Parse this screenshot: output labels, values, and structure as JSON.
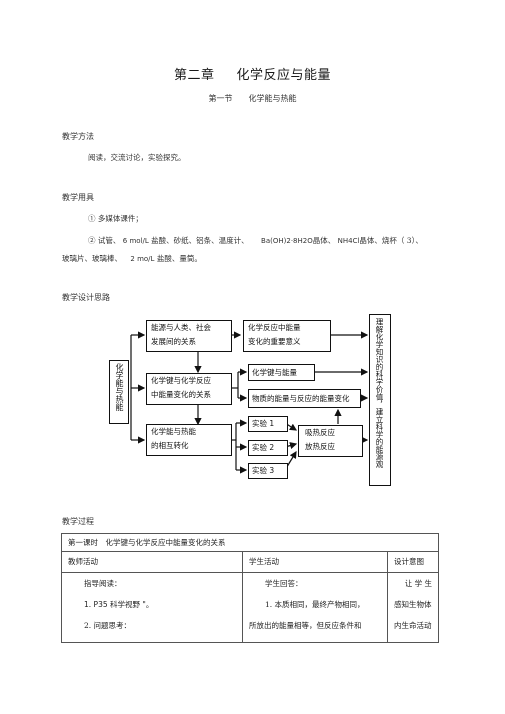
{
  "title": {
    "chapter": "第二章",
    "name": "化学反应与能量"
  },
  "subtitle": {
    "section": "第一节",
    "name": "化学能与热能"
  },
  "methods": {
    "heading": "教学方法",
    "text": "阅读，交流讨论，实验探究。"
  },
  "materials": {
    "heading": "教学用具",
    "item1": "① 多媒体课件；",
    "item2_a": "② 试管、",
    "item2_b": "6 mol/L",
    "item2_c": "盐酸、砂纸、铝条、温度计、",
    "item2_d": "Ba(OH)2·8H2O",
    "item2_e": "晶体、",
    "item2_f": "NH4Cl",
    "item2_g": "晶体、烧杯（ 3）、",
    "item3_a": "玻璃片、玻璃棒、",
    "item3_b": "2 mo/L",
    "item3_c": "盐酸、量筒。"
  },
  "design": {
    "heading": "教学设计思路"
  },
  "diagram": {
    "left_vertical": "化学能与热能",
    "right_vertical": "理解化学知识的科学价值，建立科学的能源观",
    "box_society": [
      "能源与人类、社会",
      "发展间的关系"
    ],
    "box_meaning": [
      "化学反应中能量",
      "变化的重要意义"
    ],
    "box_bond_energy": [
      "化学键与化学反应",
      "中能量变化的关系"
    ],
    "box_bond_and_energy": "化学键与能量",
    "box_matter_energy": "物质的能量与反应的能量变化",
    "box_convert": [
      "化学能与热能",
      "的相互转化"
    ],
    "exp1": "实验 1",
    "exp2": "实验 2",
    "exp3": "实验 3",
    "box_exo_endo": [
      "吸热反应",
      "放热反应"
    ]
  },
  "process": {
    "heading": "教学过程"
  },
  "table": {
    "lesson_title": "第一课时　化学键与化学反应中能量变化的关系",
    "headers": [
      "教师活动",
      "学生活动",
      "设计意图"
    ],
    "teacher": [
      "指导阅读：",
      "1. P35 科学视野 \"。",
      "2. 问题思考："
    ],
    "student": [
      "学生回答：",
      "1. 本质相同，最终产物相同，",
      "所放出的能量相等，但反应条件和"
    ],
    "intent": [
      "让 学 生",
      "感知生物体",
      "内生命活动"
    ]
  }
}
